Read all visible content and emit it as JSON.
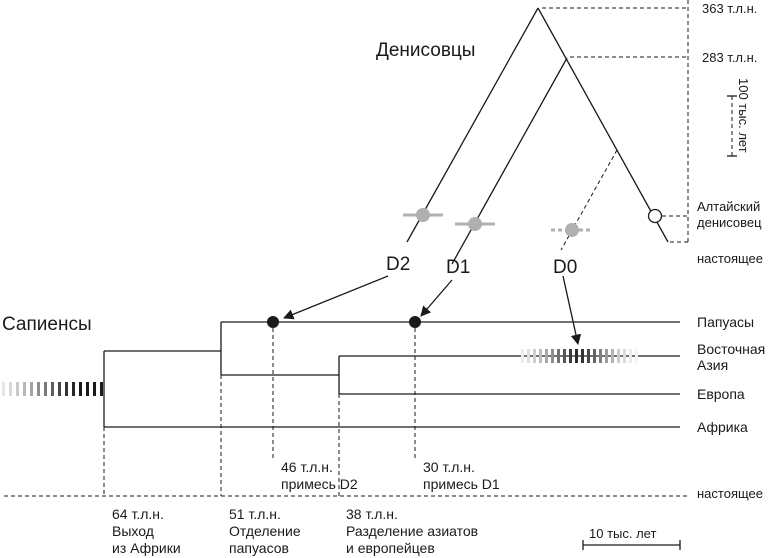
{
  "groups": {
    "denisovans": "Денисовцы",
    "sapiens": "Сапиенсы"
  },
  "time_labels": {
    "t363": "363 т.л.н.",
    "t283": "283 т.л.н.",
    "scale_100k": "100 тыс. лет",
    "altai_line1": "Алтайский",
    "altai_line2": "денисовец",
    "present_top": "настоящее",
    "present_bottom": "настоящее",
    "scale_10k": "10 тыс. лет"
  },
  "lineages": {
    "d2": "D2",
    "d1": "D1",
    "d0": "D0"
  },
  "populations": {
    "papuans": "Папуасы",
    "east_asia_line1": "Восточная",
    "east_asia_line2": "Азия",
    "europe": "Европа",
    "africa": "Африка"
  },
  "events": {
    "admix_d2_line1": "46 т.л.н.",
    "admix_d2_line2": "примесь D2",
    "admix_d1_line1": "30 т.л.н.",
    "admix_d1_line2": "примесь D1",
    "out_of_africa_line1": "64 т.л.н.",
    "out_of_africa_line2": "Выход",
    "out_of_africa_line3": "из Африки",
    "papuan_split_line1": "51 т.л.н.",
    "papuan_split_line2": "Отделение",
    "papuan_split_line3": "папуасов",
    "asia_europe_split_line1": "38 т.л.н.",
    "asia_europe_split_line2": "Разделение азиатов",
    "asia_europe_split_line3": "и европейцев"
  },
  "colors": {
    "ink": "#1a1a1a",
    "grey_marker": "#b0b0b0"
  }
}
